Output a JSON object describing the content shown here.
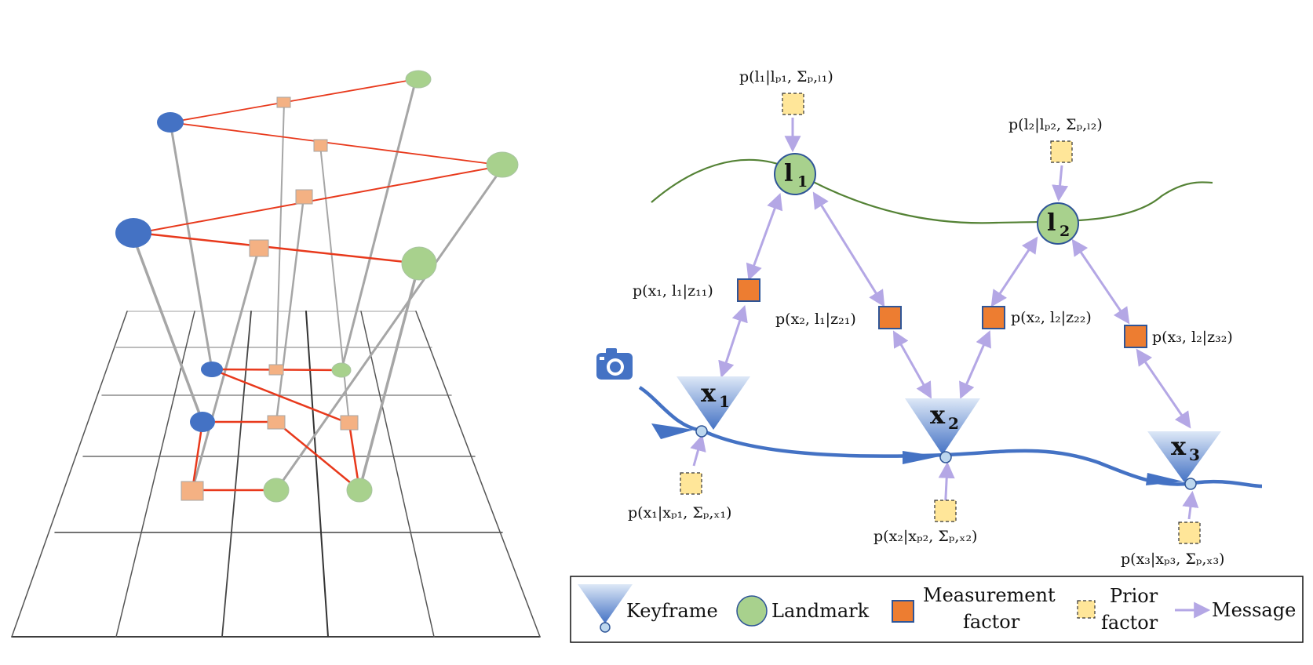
{
  "colors": {
    "landmark_fill": "#a8d18d",
    "landmark_stroke": "#5b9bd5",
    "keyframe_blue": "#4472c4",
    "measurement_fill": "#ed7d31",
    "measurement_stroke": "#2f5597",
    "prior_fill": "#ffe699",
    "message": "#b4a7e5",
    "trajectory": "#4472c4",
    "landmark_curve": "#548235",
    "red_edge": "#e8391c",
    "grey_edge": "#a6a6a6",
    "small_factor_fill": "#f4b183"
  },
  "landmarks": [
    {
      "base": "l",
      "sub": "1"
    },
    {
      "base": "l",
      "sub": "2"
    }
  ],
  "keyframes": [
    {
      "base": "x",
      "sub": "1"
    },
    {
      "base": "x",
      "sub": "2"
    },
    {
      "base": "x",
      "sub": "3"
    }
  ],
  "measurement_labels": [
    "p(x₁, l₁|z₁₁)",
    "p(x₂, l₁|z₂₁)",
    "p(x₂, l₂|z₂₂)",
    "p(x₃, l₂|z₃₂)"
  ],
  "prior_labels": {
    "l1": "p(l₁|lₚ₁, Σₚ,ₗ₁)",
    "l2": "p(l₂|lₚ₂, Σₚ,ₗ₂)",
    "x1": "p(x₁|xₚ₁, Σₚ,ₓ₁)",
    "x2": "p(x₂|xₚ₂, Σₚ,ₓ₂)",
    "x3": "p(x₃|xₚ₃, Σₚ,ₓ₃)"
  },
  "legend": {
    "keyframe": "Keyframe",
    "landmark": "Landmark",
    "measurement_line1": "Measurement",
    "measurement_line2": "factor",
    "prior_line1": "Prior",
    "prior_line2": "factor",
    "message": "Message"
  },
  "icons": {
    "camera": "camera-icon"
  }
}
